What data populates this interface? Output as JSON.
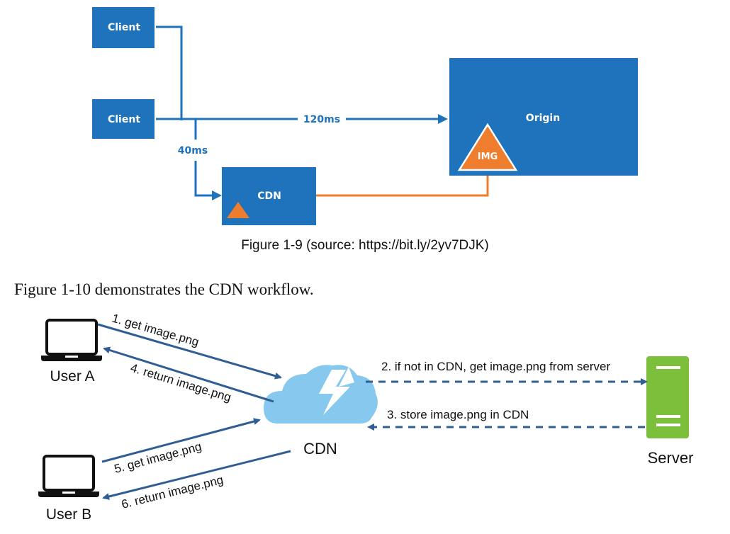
{
  "figure1": {
    "client_top_label": "Client",
    "client_bottom_label": "Client",
    "origin_label": "Origin",
    "img_label": "IMG",
    "cdn_label": "CDN",
    "latency_origin": "120ms",
    "latency_cdn": "40ms",
    "colors": {
      "box": "#1f72bc",
      "line": "#1f72bc",
      "orange": "#ee7d2e"
    }
  },
  "caption": "Figure 1-9 (source: https://bit.ly/2yv7DJK)",
  "paragraph": "Figure 1-10 demonstrates the CDN workflow.",
  "figure2": {
    "user_a_label": "User A",
    "user_b_label": "User B",
    "cdn_label": "CDN",
    "server_label": "Server",
    "step1": "1. get image.png",
    "step2": "2. if not in CDN, get image.png from server",
    "step3": "3. store image.png in CDN",
    "step4": "4. return image.png",
    "step5": "5. get image.png",
    "step6": "6. return image.png",
    "colors": {
      "arrow": "#2f5d94",
      "cloud": "#87c8ee",
      "server": "#7cbf3a"
    }
  }
}
